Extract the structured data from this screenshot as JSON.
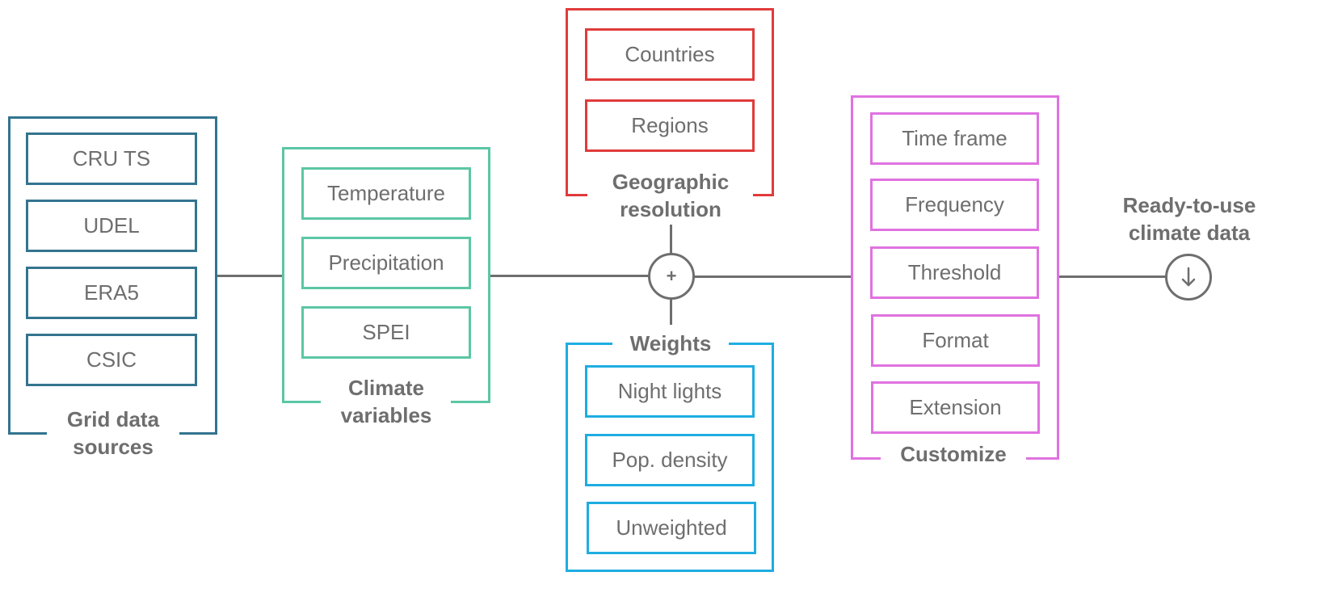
{
  "colors": {
    "grid": "#33748f",
    "climate": "#5cc6a5",
    "geographic": "#e03b3b",
    "weights": "#1eade1",
    "customize": "#e072e0",
    "connector": "#6e6e6e"
  },
  "grid_sources": {
    "title_line1": "Grid data",
    "title_line2": "sources",
    "items": [
      "CRU TS",
      "UDEL",
      "ERA5",
      "CSIC"
    ]
  },
  "climate_variables": {
    "title_line1": "Climate",
    "title_line2": "variables",
    "items": [
      "Temperature",
      "Precipitation",
      "SPEI"
    ]
  },
  "geographic": {
    "title_line1": "Geographic",
    "title_line2": "resolution",
    "items": [
      "Countries",
      "Regions"
    ]
  },
  "weights": {
    "title": "Weights",
    "items": [
      "Night lights",
      "Pop. density",
      "Unweighted"
    ]
  },
  "customize": {
    "title": "Customize",
    "items": [
      "Time frame",
      "Frequency",
      "Threshold",
      "Format",
      "Extension"
    ]
  },
  "output": {
    "title_line1": "Ready-to-use",
    "title_line2": "climate data",
    "plus_symbol": "+",
    "download_icon": "arrow-down-icon"
  }
}
